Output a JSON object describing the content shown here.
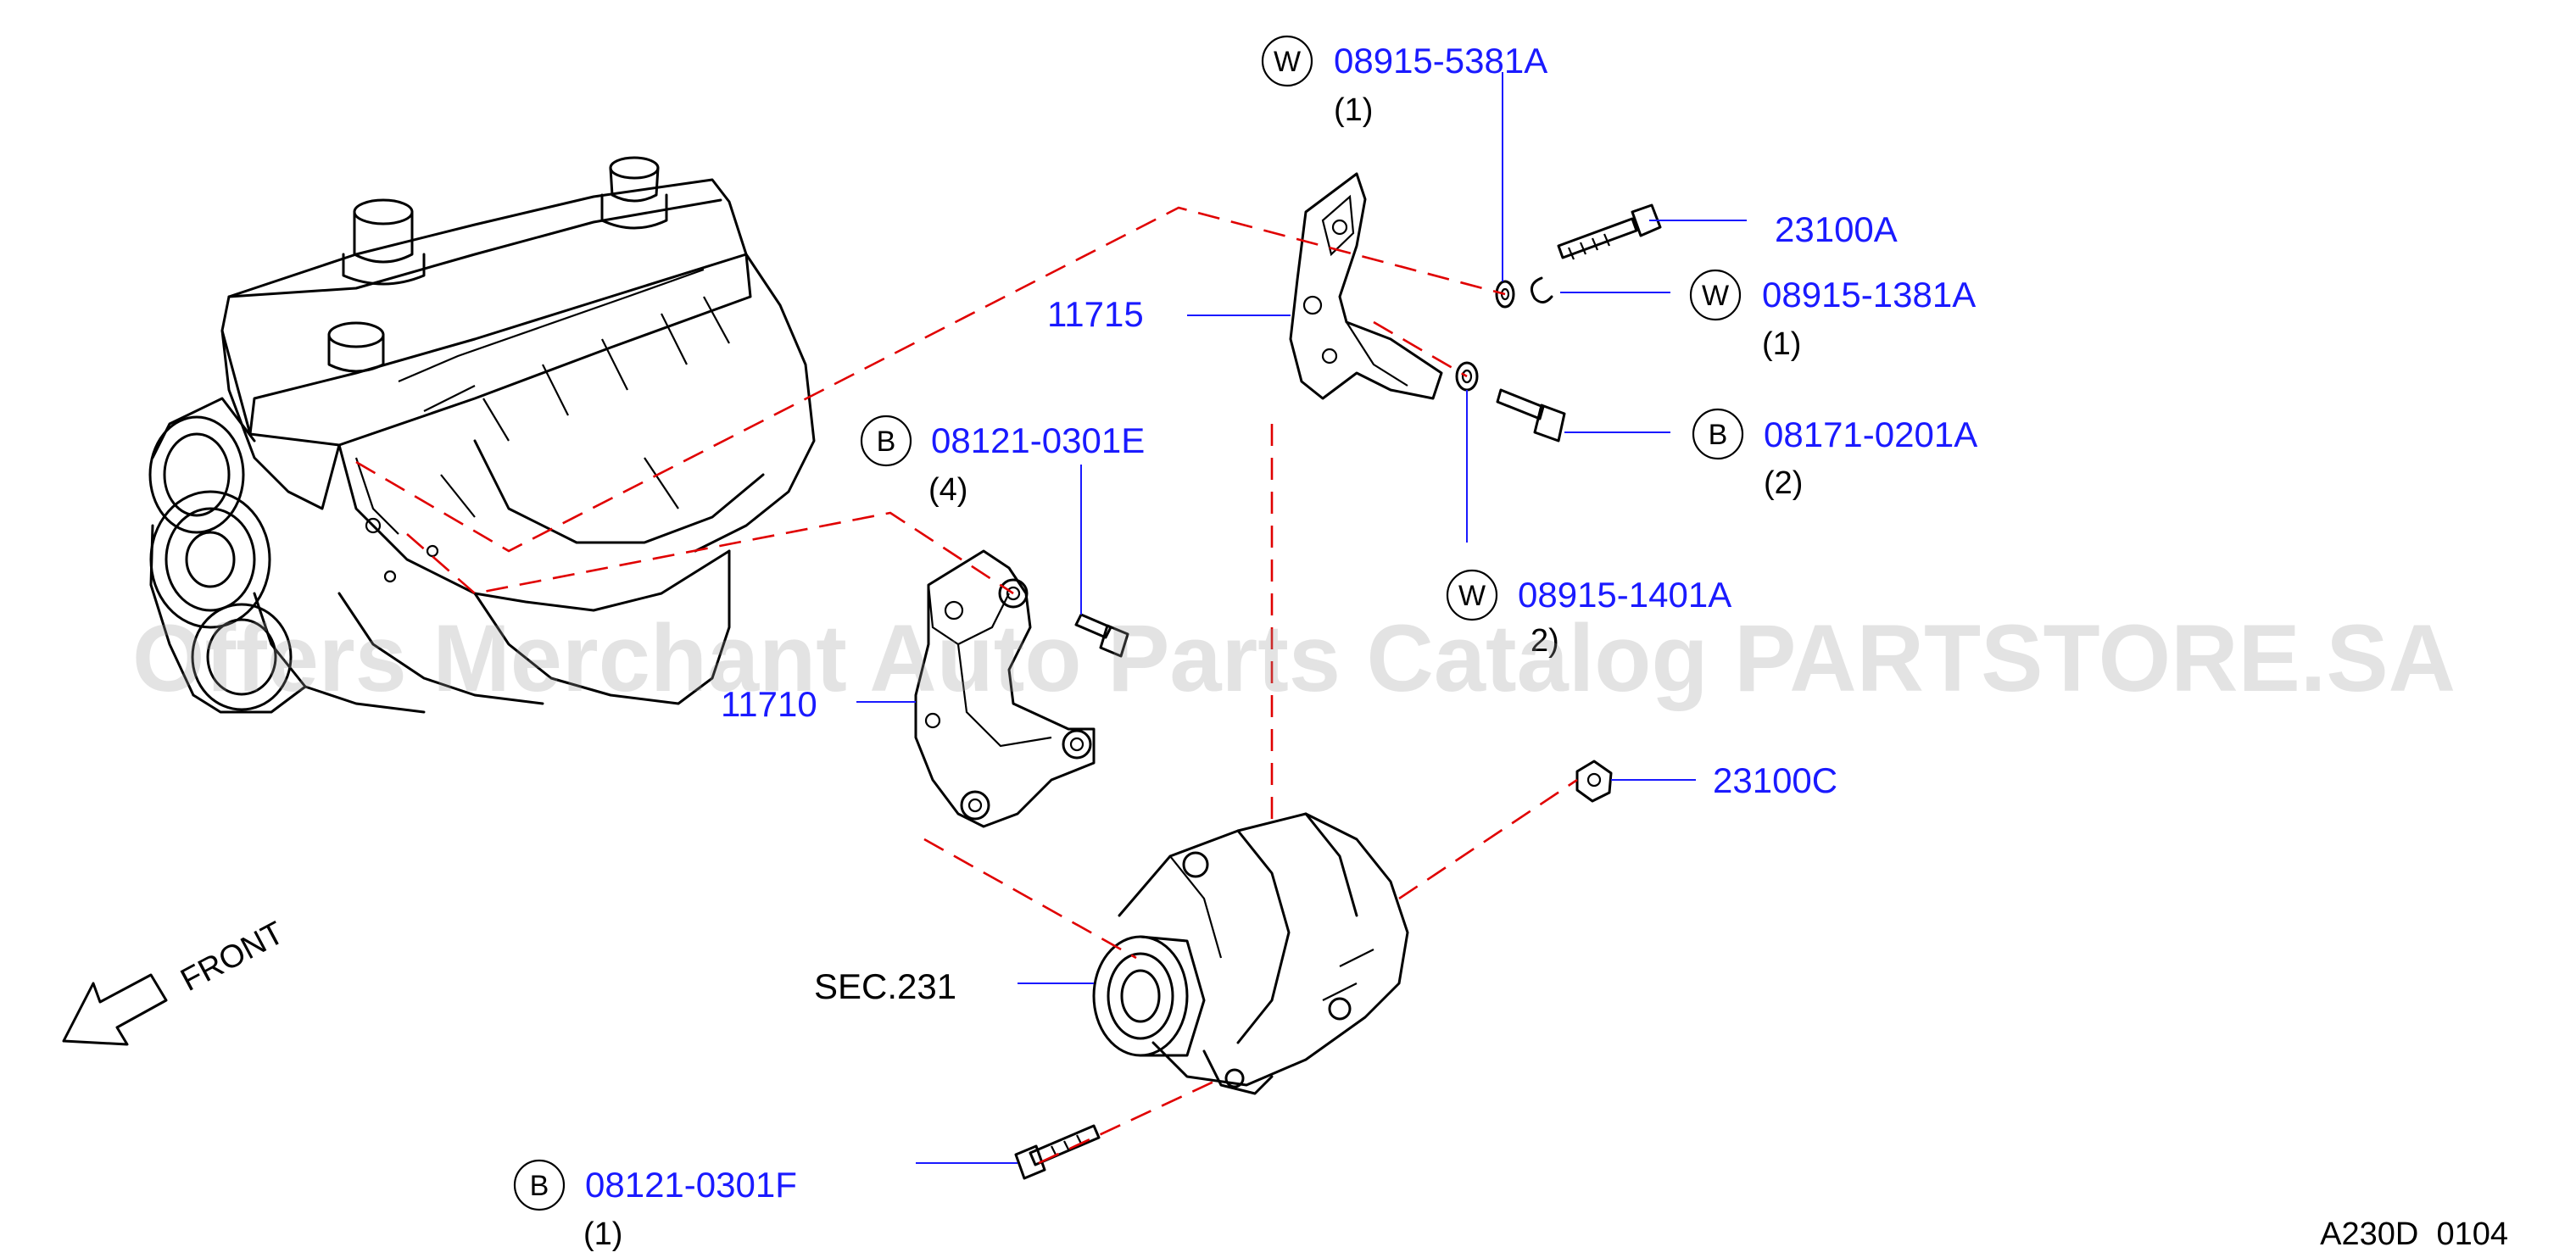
{
  "watermark": "Offers Merchant Auto Parts Catalog PARTSTORE.SA",
  "front_label": "FRONT",
  "diagram_code": "A230D  0104",
  "callouts": {
    "w_08915_5381a": {
      "symbol": "W",
      "part": "08915-5381A",
      "qty": "(1)"
    },
    "p_23100a": {
      "part": "23100A"
    },
    "w_08915_1381a": {
      "symbol": "W",
      "part": "08915-1381A",
      "qty": "(1)"
    },
    "p_11715": {
      "part": "11715"
    },
    "b_08121_0301e": {
      "symbol": "B",
      "part": "08121-0301E",
      "qty": "(4)"
    },
    "b_08171_0201a": {
      "symbol": "B",
      "part": "08171-0201A",
      "qty": "(2)"
    },
    "w_08915_1401a": {
      "symbol": "W",
      "part": "08915-1401A",
      "qty": "2)"
    },
    "p_11710": {
      "part": "11710"
    },
    "p_23100c": {
      "part": "23100C"
    },
    "sec_231": {
      "part": "SEC.231"
    },
    "b_08121_0301f": {
      "symbol": "B",
      "part": "08121-0301F",
      "qty": "(1)"
    }
  },
  "colors": {
    "part_number": "#1a1aff",
    "dashed_line": "#e00000",
    "ink": "#000000"
  }
}
